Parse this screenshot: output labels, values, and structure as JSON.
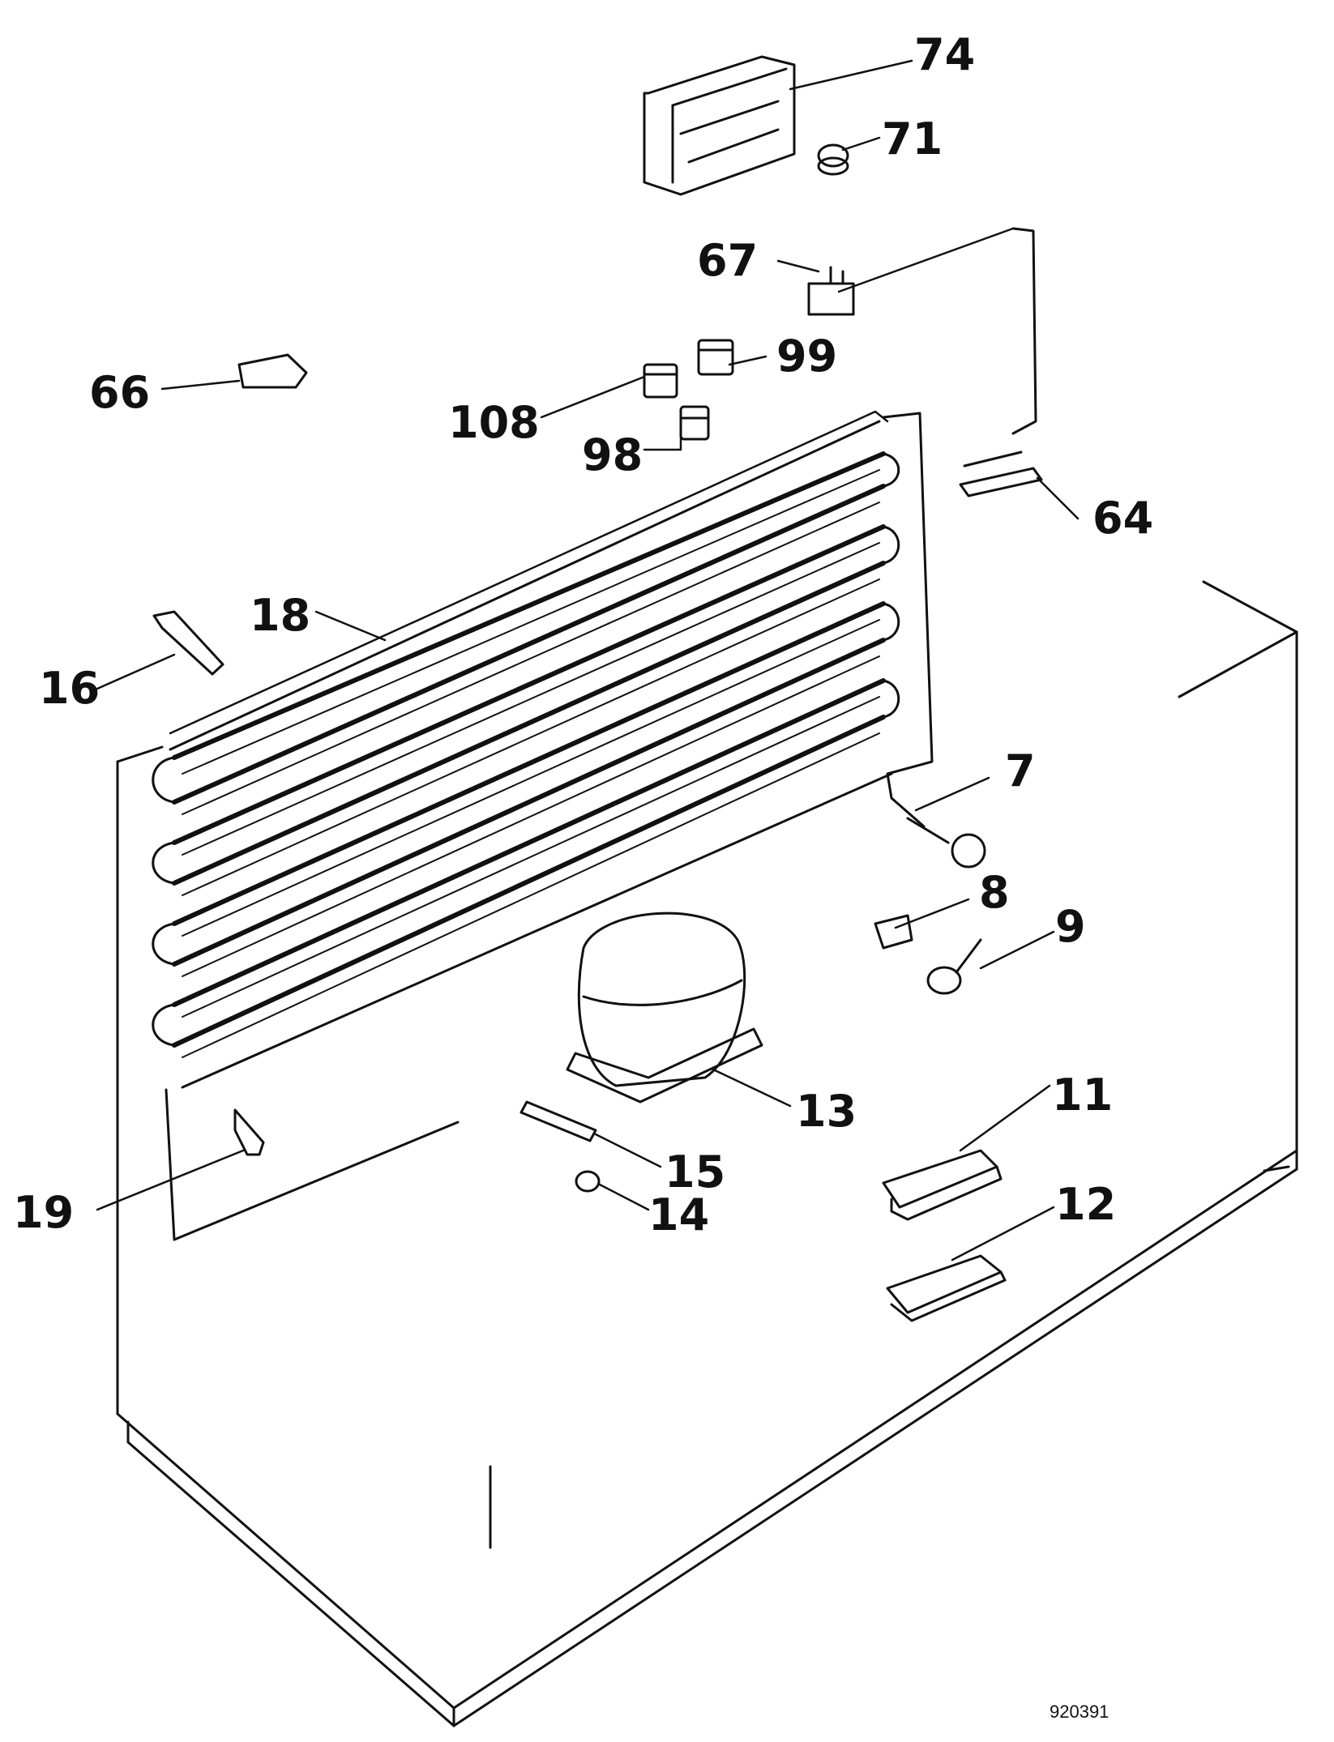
{
  "diagram": {
    "drawing_number": "920391",
    "parts": [
      {
        "key": "p74",
        "label": "74"
      },
      {
        "key": "p71",
        "label": "71"
      },
      {
        "key": "p67",
        "label": "67"
      },
      {
        "key": "p99",
        "label": "99"
      },
      {
        "key": "p66",
        "label": "66"
      },
      {
        "key": "p108",
        "label": "108"
      },
      {
        "key": "p98",
        "label": "98"
      },
      {
        "key": "p64",
        "label": "64"
      },
      {
        "key": "p18",
        "label": "18"
      },
      {
        "key": "p16",
        "label": "16"
      },
      {
        "key": "p7",
        "label": "7"
      },
      {
        "key": "p8",
        "label": "8"
      },
      {
        "key": "p9",
        "label": "9"
      },
      {
        "key": "p13",
        "label": "13"
      },
      {
        "key": "p11",
        "label": "11"
      },
      {
        "key": "p15",
        "label": "15"
      },
      {
        "key": "p19",
        "label": "19"
      },
      {
        "key": "p14",
        "label": "14"
      },
      {
        "key": "p12",
        "label": "12"
      }
    ]
  },
  "colors": {
    "ink": "#111111",
    "paper": "#ffffff"
  }
}
